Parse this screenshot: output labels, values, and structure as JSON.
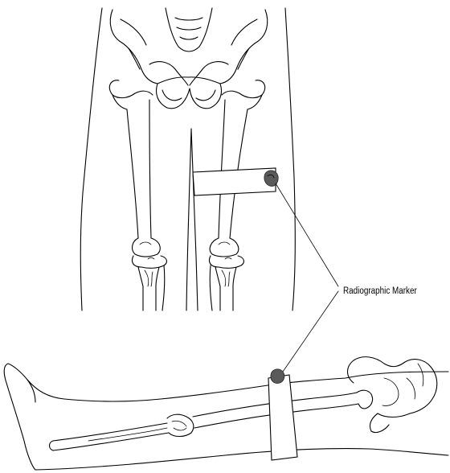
{
  "callout": {
    "label": "Radiographic Marker"
  },
  "colors": {
    "line": "#000000",
    "marker": "#5a5a5a",
    "background": "#ffffff"
  },
  "views": [
    "anterior-view-legs-skeleton",
    "lateral-supine-view-body"
  ]
}
